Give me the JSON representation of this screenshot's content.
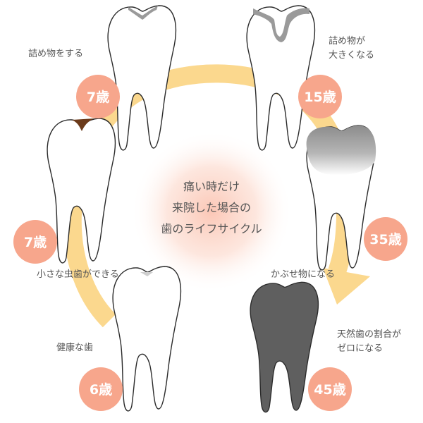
{
  "center": {
    "lines": [
      "痛い時だけ",
      "来院した場合の",
      "歯のライフサイクル"
    ]
  },
  "stages": [
    {
      "age": "6歳",
      "label_lines": [
        "健康な歯"
      ]
    },
    {
      "age": "7歳",
      "label_lines": [
        "小さな虫歯ができる"
      ]
    },
    {
      "age": "7歳",
      "label_lines": [
        "詰め物をする"
      ]
    },
    {
      "age": "15歳",
      "label_lines": [
        "詰め物が",
        "大きくなる"
      ]
    },
    {
      "age": "35歳",
      "label_lines": [
        "かぶせ物になる"
      ]
    },
    {
      "age": "45歳",
      "label_lines": [
        "天然歯の割合が",
        "ゼロになる"
      ]
    }
  ],
  "colors": {
    "arrow": "#fbd88e",
    "badge": "#f7a68c",
    "center_glow": "#fbc4b2",
    "tooth_fill": "#ffffff",
    "tooth_stroke": "#2b2b2b",
    "crown_gray": "#8f8f8f",
    "dead_tooth": "#5f5f5f",
    "halo": "#f7e35a",
    "cavity": "#6b3a1a",
    "filling": "#9a9a9a"
  }
}
